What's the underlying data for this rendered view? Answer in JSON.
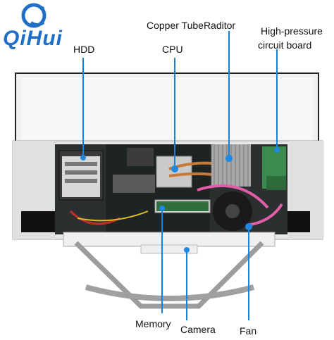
{
  "brand": {
    "logo_text": "QiHui",
    "accent": "#1f6fc8"
  },
  "callouts": {
    "hdd": "HDD",
    "copper": "Copper TubeRaditor",
    "cpu": "CPU",
    "hp_line1": "High-pressure",
    "hp_line2": "circuit board",
    "memory": "Memory",
    "camera": "Camera",
    "fan": "Fan"
  },
  "colors": {
    "pointer": "#1e7fd0",
    "dot": "#1e88e5"
  }
}
